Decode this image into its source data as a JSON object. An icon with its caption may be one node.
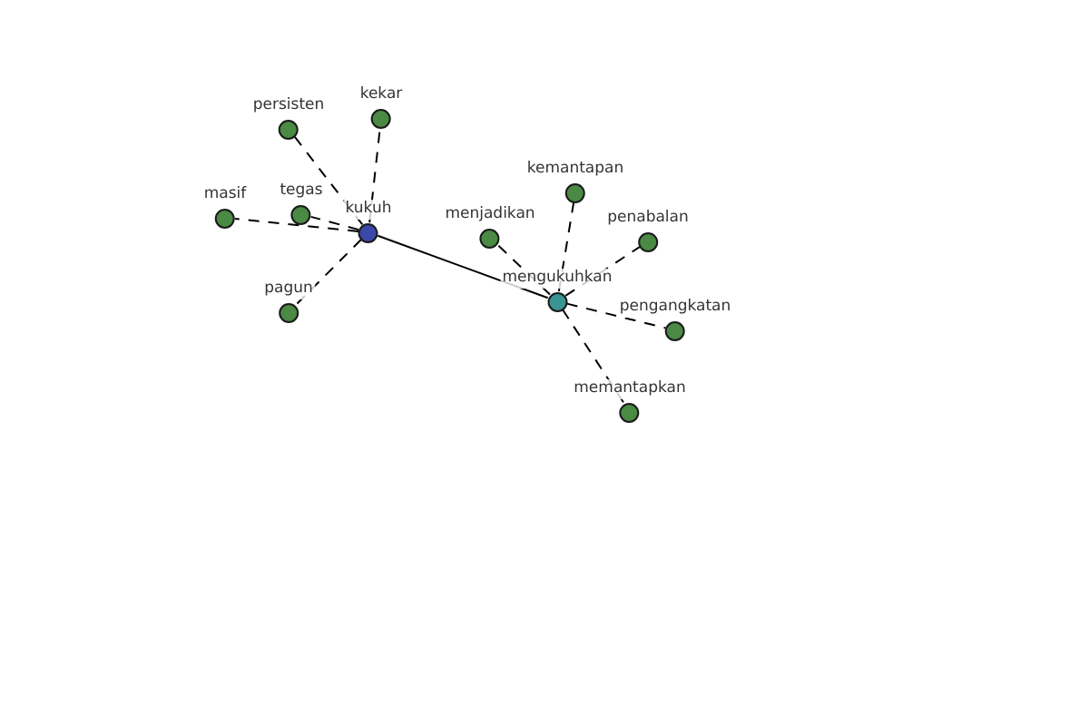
{
  "diagram": {
    "nodes": [
      {
        "text": [
          "persisten"
        ]
      },
      {
        "text": [
          "kekar"
        ]
      },
      {
        "text": [
          "masif"
        ]
      },
      {
        "text": [
          "tegas"
        ]
      },
      {
        "text": [
          "kukuh"
        ]
      },
      {
        "text": [
          "pagun"
        ]
      },
      {
        "text": [
          "menjadikan"
        ]
      },
      {
        "text": [
          "kemantapan"
        ]
      },
      {
        "text": [
          "penabalan"
        ]
      },
      {
        "text": [
          "mengukuhkan"
        ]
      },
      {
        "text": [
          "pengangkatan"
        ]
      },
      {
        "text": [
          "memantapkan"
        ]
      }
    ],
    "edges": [
      {
        "from": 4,
        "to": 9,
        "arrow": "none"
      },
      {
        "from": 4,
        "to": 0,
        "arrow": "none",
        "style": "dashed"
      },
      {
        "from": 4,
        "to": 1,
        "arrow": "none",
        "style": "dashed"
      },
      {
        "from": 4,
        "to": 2,
        "arrow": "none",
        "style": "dashed"
      },
      {
        "from": 4,
        "to": 3,
        "arrow": "none",
        "style": "dashed"
      },
      {
        "from": 4,
        "to": 5,
        "arrow": "none",
        "style": "dashed"
      },
      {
        "from": 9,
        "to": 6,
        "arrow": "none",
        "style": "dashed"
      },
      {
        "from": 9,
        "to": 7,
        "arrow": "none",
        "style": "dashed"
      },
      {
        "from": 9,
        "to": 8,
        "arrow": "none",
        "style": "dashed"
      },
      {
        "from": 9,
        "to": 10,
        "arrow": "none",
        "style": "dashed"
      },
      {
        "from": 9,
        "to": 11,
        "arrow": "none",
        "style": "dashed"
      }
    ]
  }
}
